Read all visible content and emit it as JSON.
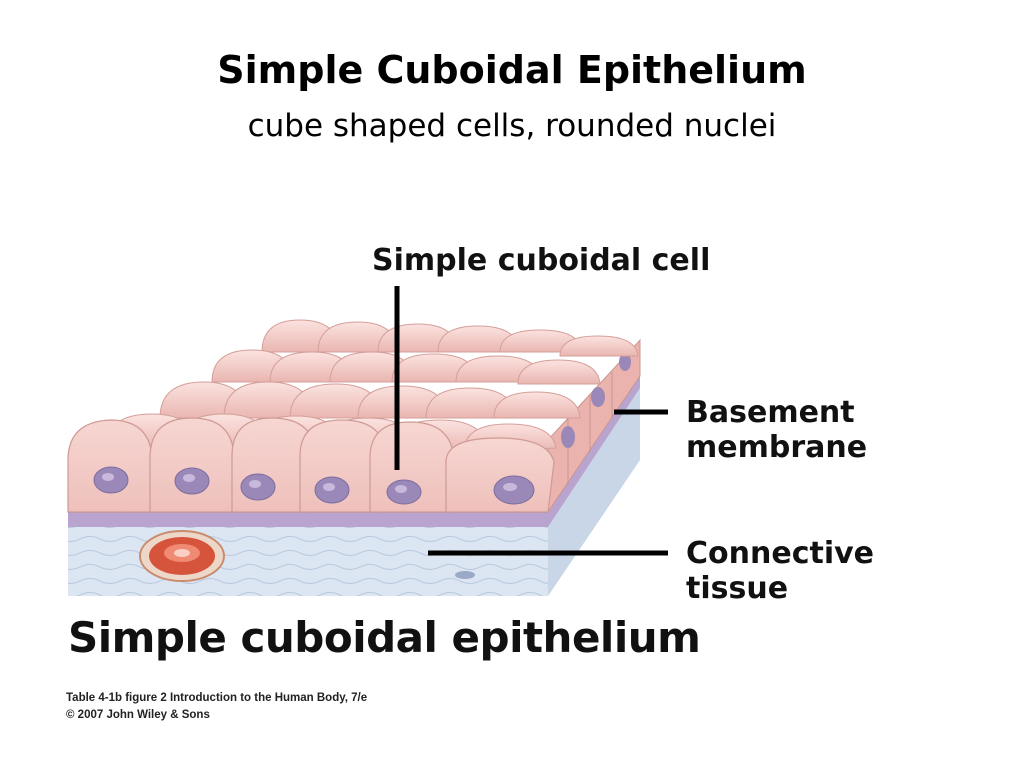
{
  "slide": {
    "title": "Simple Cuboidal Epithelium",
    "subtitle": "cube shaped cells, rounded nuclei"
  },
  "diagram": {
    "labels": {
      "cell": "Simple cuboidal cell",
      "basement_line1": "Basement",
      "basement_line2": "membrane",
      "connective_line1": "Connective",
      "connective_line2": "tissue",
      "main": "Simple cuboidal epithelium"
    },
    "colors": {
      "cell_fill": "#f3c9c4",
      "cell_side": "#eab3ae",
      "nucleus": "#9a88b8",
      "basement_membrane": "#b9a3cf",
      "connective_tissue": "#dce6f3",
      "blood_vessel": "#d6543c",
      "leader_line": "#000000"
    }
  },
  "caption": {
    "line1": "Table 4-1b figure 2  Introduction to the Human Body, 7/e",
    "line2": "© 2007 John Wiley & Sons"
  }
}
